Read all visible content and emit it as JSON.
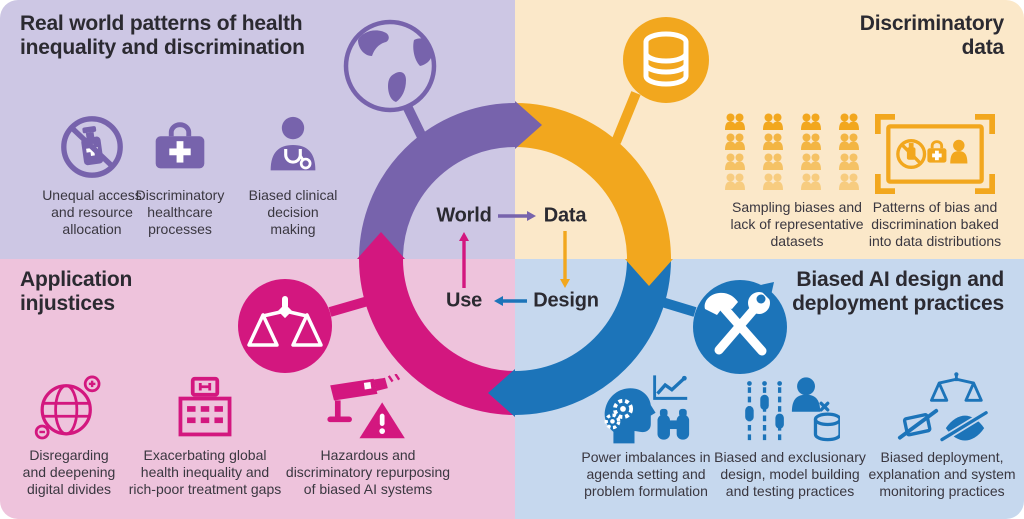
{
  "colors": {
    "purple": "#7763AC",
    "purple_bg": "#CDC7E4",
    "yellow": "#F2A71E",
    "yellow_bg": "#FBE8C9",
    "magenta": "#D3177F",
    "magenta_bg": "#EEC3DC",
    "blue": "#1C74B9",
    "blue_bg": "#C6D8EE",
    "text": "#2B2A31",
    "text2": "#3A3740"
  },
  "cycle": {
    "world_label": "World",
    "data_label": "Data",
    "design_label": "Design",
    "use_label": "Use"
  },
  "quadrants": {
    "top_left": {
      "title": "Real world patterns of health\ninequality and discrimination",
      "node_icon": "globe-icon",
      "items": [
        {
          "icon": "no-medicine-icon",
          "label": "Unequal access\nand resource\nallocation"
        },
        {
          "icon": "medical-bag-icon",
          "label": "Discriminatory\nhealthcare\nprocesses"
        },
        {
          "icon": "clinician-icon",
          "label": "Biased clinical\ndecision\nmaking"
        }
      ]
    },
    "top_right": {
      "title": "Discriminatory\ndata",
      "node_icon": "database-icon",
      "items": [
        {
          "icon": "population-grid-icon",
          "label": "Sampling biases and\nlack of representative\ndatasets"
        },
        {
          "icon": "framed-bias-icon",
          "label": "Patterns of bias and\ndiscrimination baked\ninto data distributions"
        }
      ]
    },
    "bottom_left": {
      "title": "Application\ninjustices",
      "node_icon": "scales-icon",
      "items": [
        {
          "icon": "digital-globe-icon",
          "label": "Disregarding\nand deepening\ndigital divides"
        },
        {
          "icon": "hospital-icon",
          "label": "Exacerbating global\nhealth inequality and\nrich-poor treatment gaps"
        },
        {
          "icon": "surveillance-warning-icon",
          "label": "Hazardous and\ndiscriminatory repurposing\nof biased AI systems"
        }
      ]
    },
    "bottom_right": {
      "title": "Biased AI design and\ndeployment practices",
      "node_icon": "tools-icon",
      "items": [
        {
          "icon": "agenda-power-icon",
          "label": "Power imbalances in\nagenda setting and\nproblem formulation"
        },
        {
          "icon": "model-building-icon",
          "label": "Biased and exclusionary\ndesign, model building\nand testing practices"
        },
        {
          "icon": "monitoring-icon",
          "label": "Biased deployment,\nexplanation and system\nmonitoring practices"
        }
      ]
    }
  }
}
